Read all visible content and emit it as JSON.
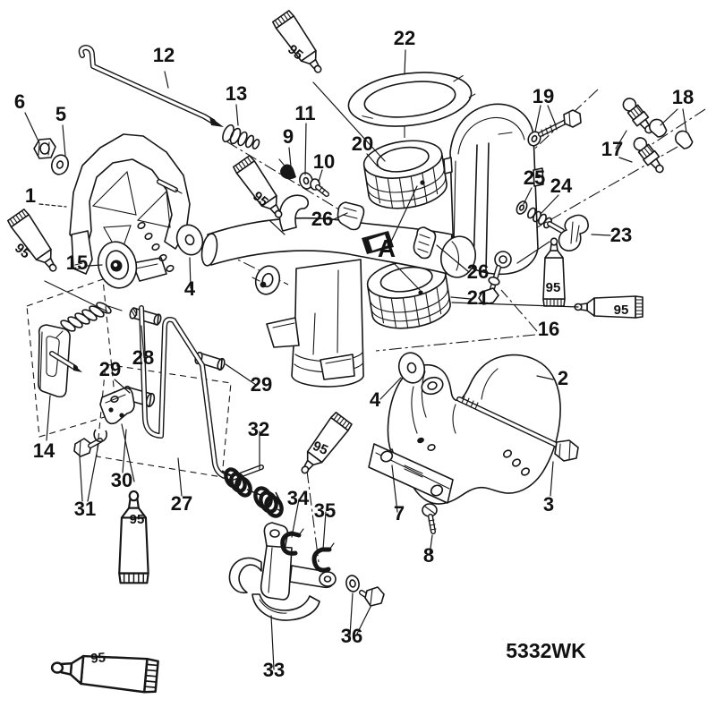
{
  "drawing_code": "5332WK",
  "grease_label": "95",
  "view_marker": "A",
  "callouts": [
    "1",
    "2",
    "3",
    "4",
    "4",
    "5",
    "6",
    "7",
    "8",
    "9",
    "10",
    "11",
    "12",
    "13",
    "14",
    "15",
    "16",
    "17",
    "18",
    "19",
    "20",
    "21",
    "22",
    "23",
    "24",
    "25",
    "26",
    "26",
    "27",
    "28",
    "29",
    "29",
    "30",
    "31",
    "32",
    "33",
    "34",
    "35",
    "36"
  ],
  "ink_color": "#161616"
}
